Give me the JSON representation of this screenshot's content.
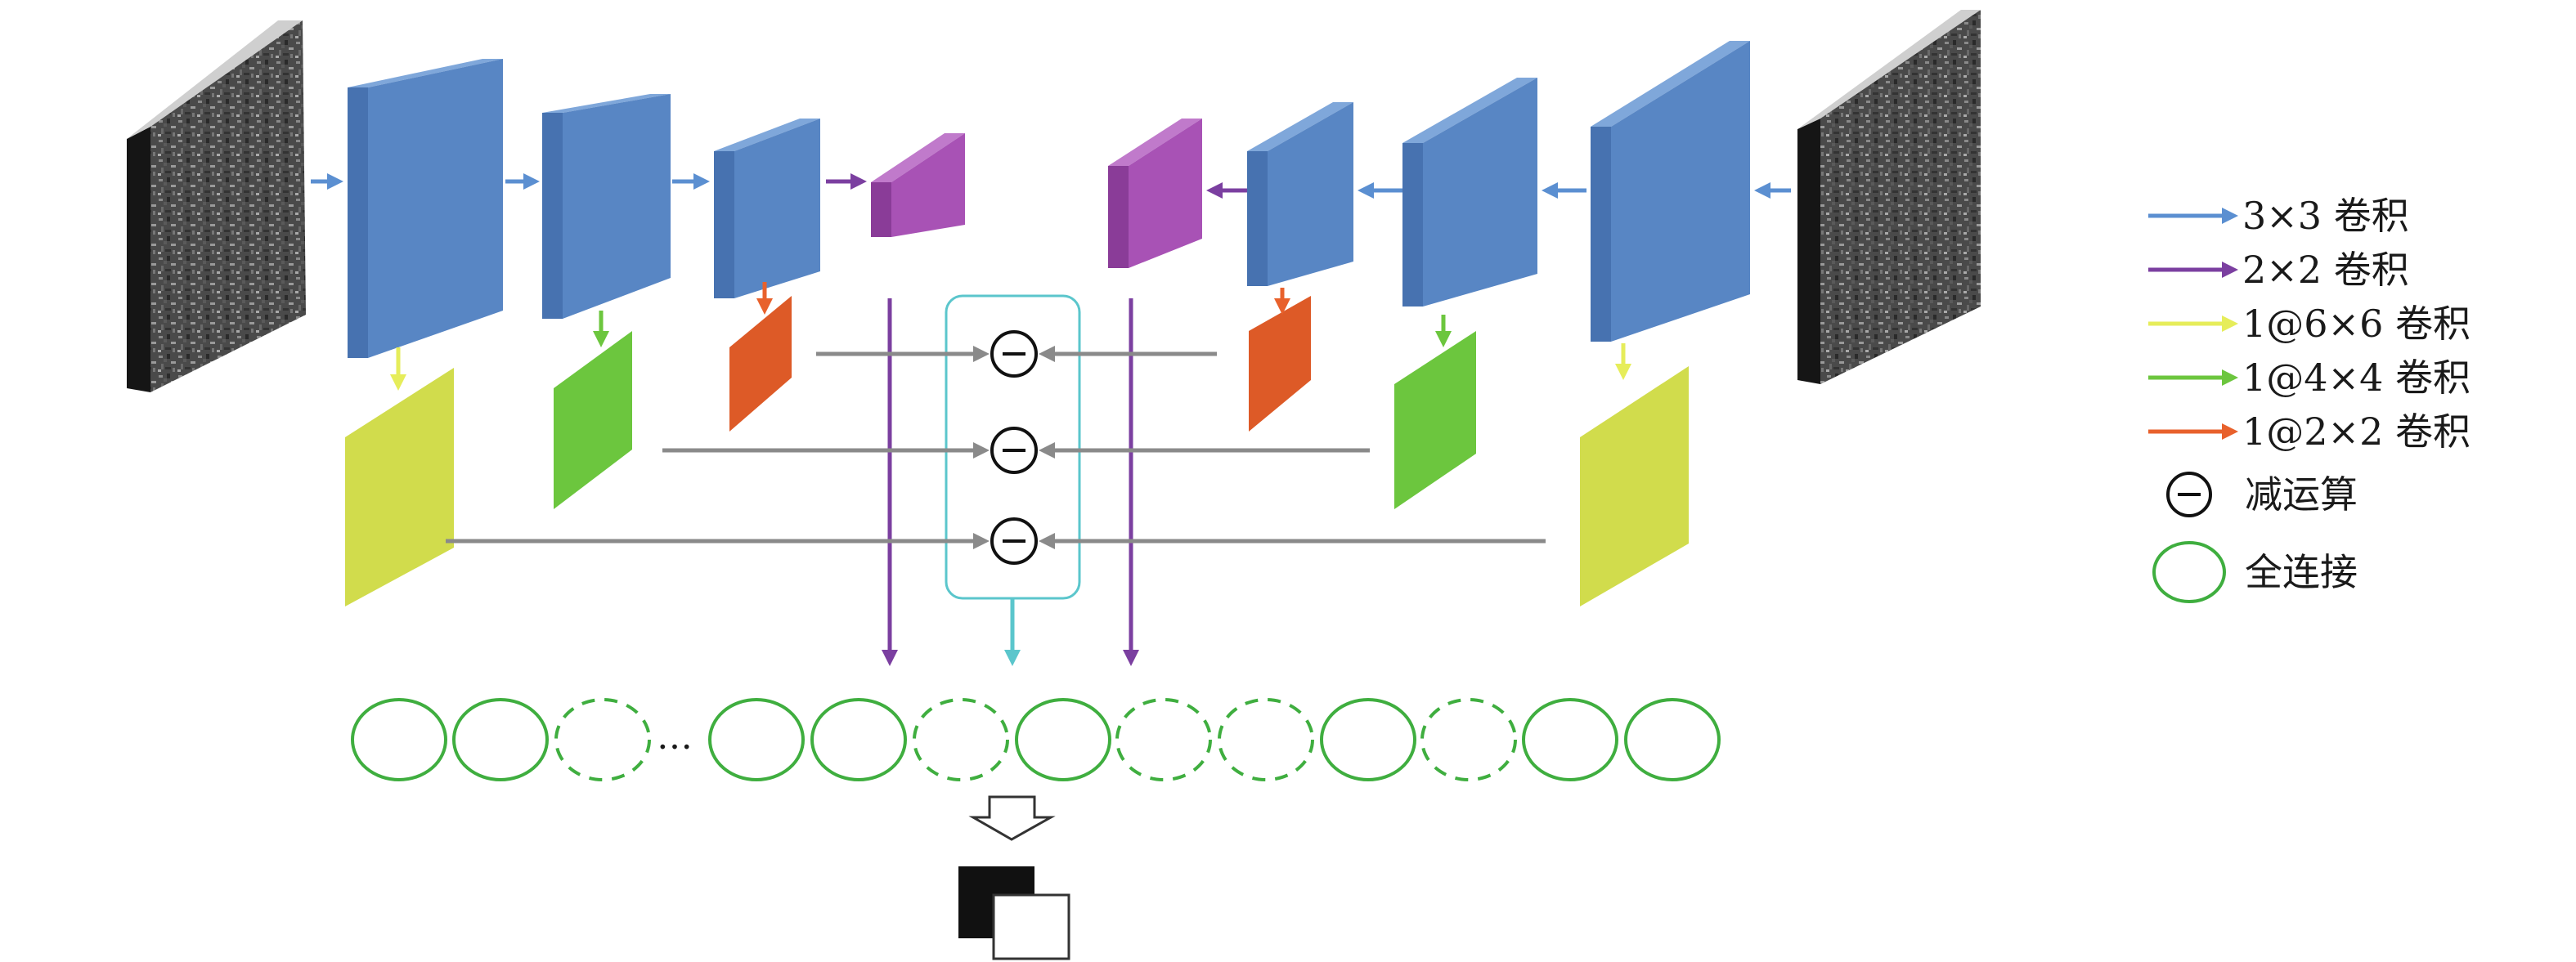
{
  "colors": {
    "conv3x3": "#5b8fd1",
    "conv2x2": "#7b3fa0",
    "conv6x6": "#e6ed5a",
    "conv4x4": "#6cc63e",
    "conv2x2_1": "#e8612c",
    "block_blue": "#5886c4",
    "block_purple": "#a852b5",
    "plane_yellow": "#d1dc4c",
    "plane_green": "#6cc63e",
    "plane_orange": "#dd5a27",
    "fc_green": "#3fae3f",
    "subtract_box": "#5bc6cc",
    "gray_line": "#8a8a8a"
  },
  "legend": {
    "items": [
      {
        "label": "3×3 卷积",
        "kind": "arrow",
        "color": "#5b8fd1",
        "icon": "blue-arrow-icon"
      },
      {
        "label": "2×2 卷积",
        "kind": "arrow",
        "color": "#7b3fa0",
        "icon": "purple-arrow-icon"
      },
      {
        "label": "1@6×6 卷积",
        "kind": "arrow",
        "color": "#e6ed5a",
        "icon": "yellow-arrow-icon"
      },
      {
        "label": "1@4×4 卷积",
        "kind": "arrow",
        "color": "#6cc63e",
        "icon": "green-arrow-icon"
      },
      {
        "label": "1@2×2 卷积",
        "kind": "arrow",
        "color": "#e8612c",
        "icon": "orange-arrow-icon"
      },
      {
        "label": "减运算",
        "kind": "minus",
        "color": "#1a1a1a",
        "icon": "minus-circle-icon"
      },
      {
        "label": "全连接",
        "kind": "circle",
        "color": "#3fae3f",
        "icon": "green-circle-icon"
      }
    ]
  },
  "fc_layer": {
    "ellipsis": "…",
    "nodes": [
      "solid",
      "solid",
      "dashed",
      "solid",
      "solid",
      "dashed",
      "solid",
      "dashed",
      "dashed",
      "solid",
      "dashed",
      "solid",
      "solid"
    ]
  },
  "icons": {
    "input_texture": "texture-image-icon",
    "output_arrow": "hollow-down-arrow-icon",
    "output_result": "black-white-squares-icon"
  }
}
